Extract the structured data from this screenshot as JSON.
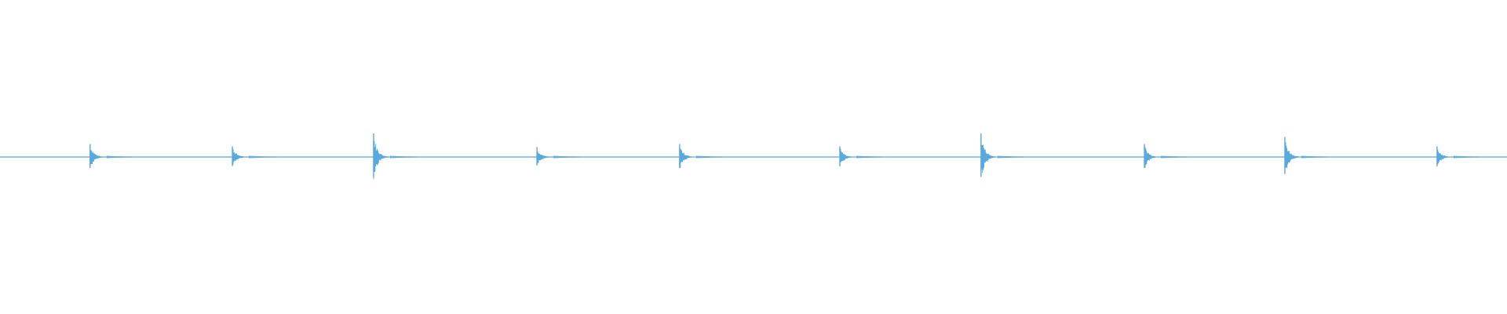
{
  "waveform": {
    "color": "#5aa9dc",
    "baseline_color": "#5aa9dc",
    "transients": [
      {
        "time_fraction": 0.0598,
        "amplitude": 0.55
      },
      {
        "time_fraction": 0.1542,
        "amplitude": 0.45
      },
      {
        "time_fraction": 0.2479,
        "amplitude": 1.0
      },
      {
        "time_fraction": 0.3563,
        "amplitude": 0.42
      },
      {
        "time_fraction": 0.451,
        "amplitude": 0.55
      },
      {
        "time_fraction": 0.5573,
        "amplitude": 0.45
      },
      {
        "time_fraction": 0.651,
        "amplitude": 1.0
      },
      {
        "time_fraction": 0.7594,
        "amplitude": 0.55
      },
      {
        "time_fraction": 0.8526,
        "amplitude": 0.85
      },
      {
        "time_fraction": 0.9536,
        "amplitude": 0.45
      }
    ]
  }
}
